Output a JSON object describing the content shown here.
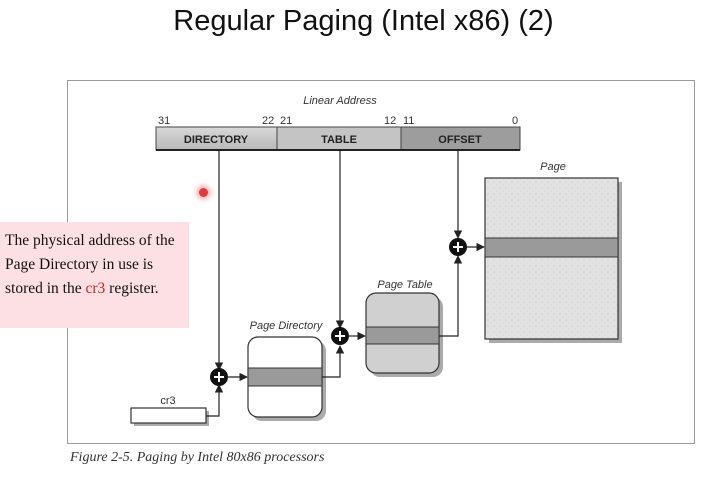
{
  "slide": {
    "title": "Regular Paging (Intel x86) (2)"
  },
  "figure": {
    "caption": "Figure 2-5. Paging by Intel 80x86 processors",
    "linear_address": {
      "label": "Linear Address",
      "fields": [
        {
          "name": "DIRECTORY",
          "high_bit": "31",
          "low_bit": "22"
        },
        {
          "name": "TABLE",
          "high_bit": "21",
          "low_bit": "12"
        },
        {
          "name": "OFFSET",
          "high_bit": "11",
          "low_bit": "0"
        }
      ]
    },
    "labels": {
      "page": "Page",
      "page_table": "Page Table",
      "page_directory": "Page Directory",
      "cr3": "cr3"
    }
  },
  "note": {
    "text_before": "The physical address of the Page Directory in use is stored in the ",
    "highlight": "cr3",
    "text_after": " register."
  },
  "colors": {
    "highlight": "#e11d1d",
    "note_bg": "#fde0e3"
  }
}
